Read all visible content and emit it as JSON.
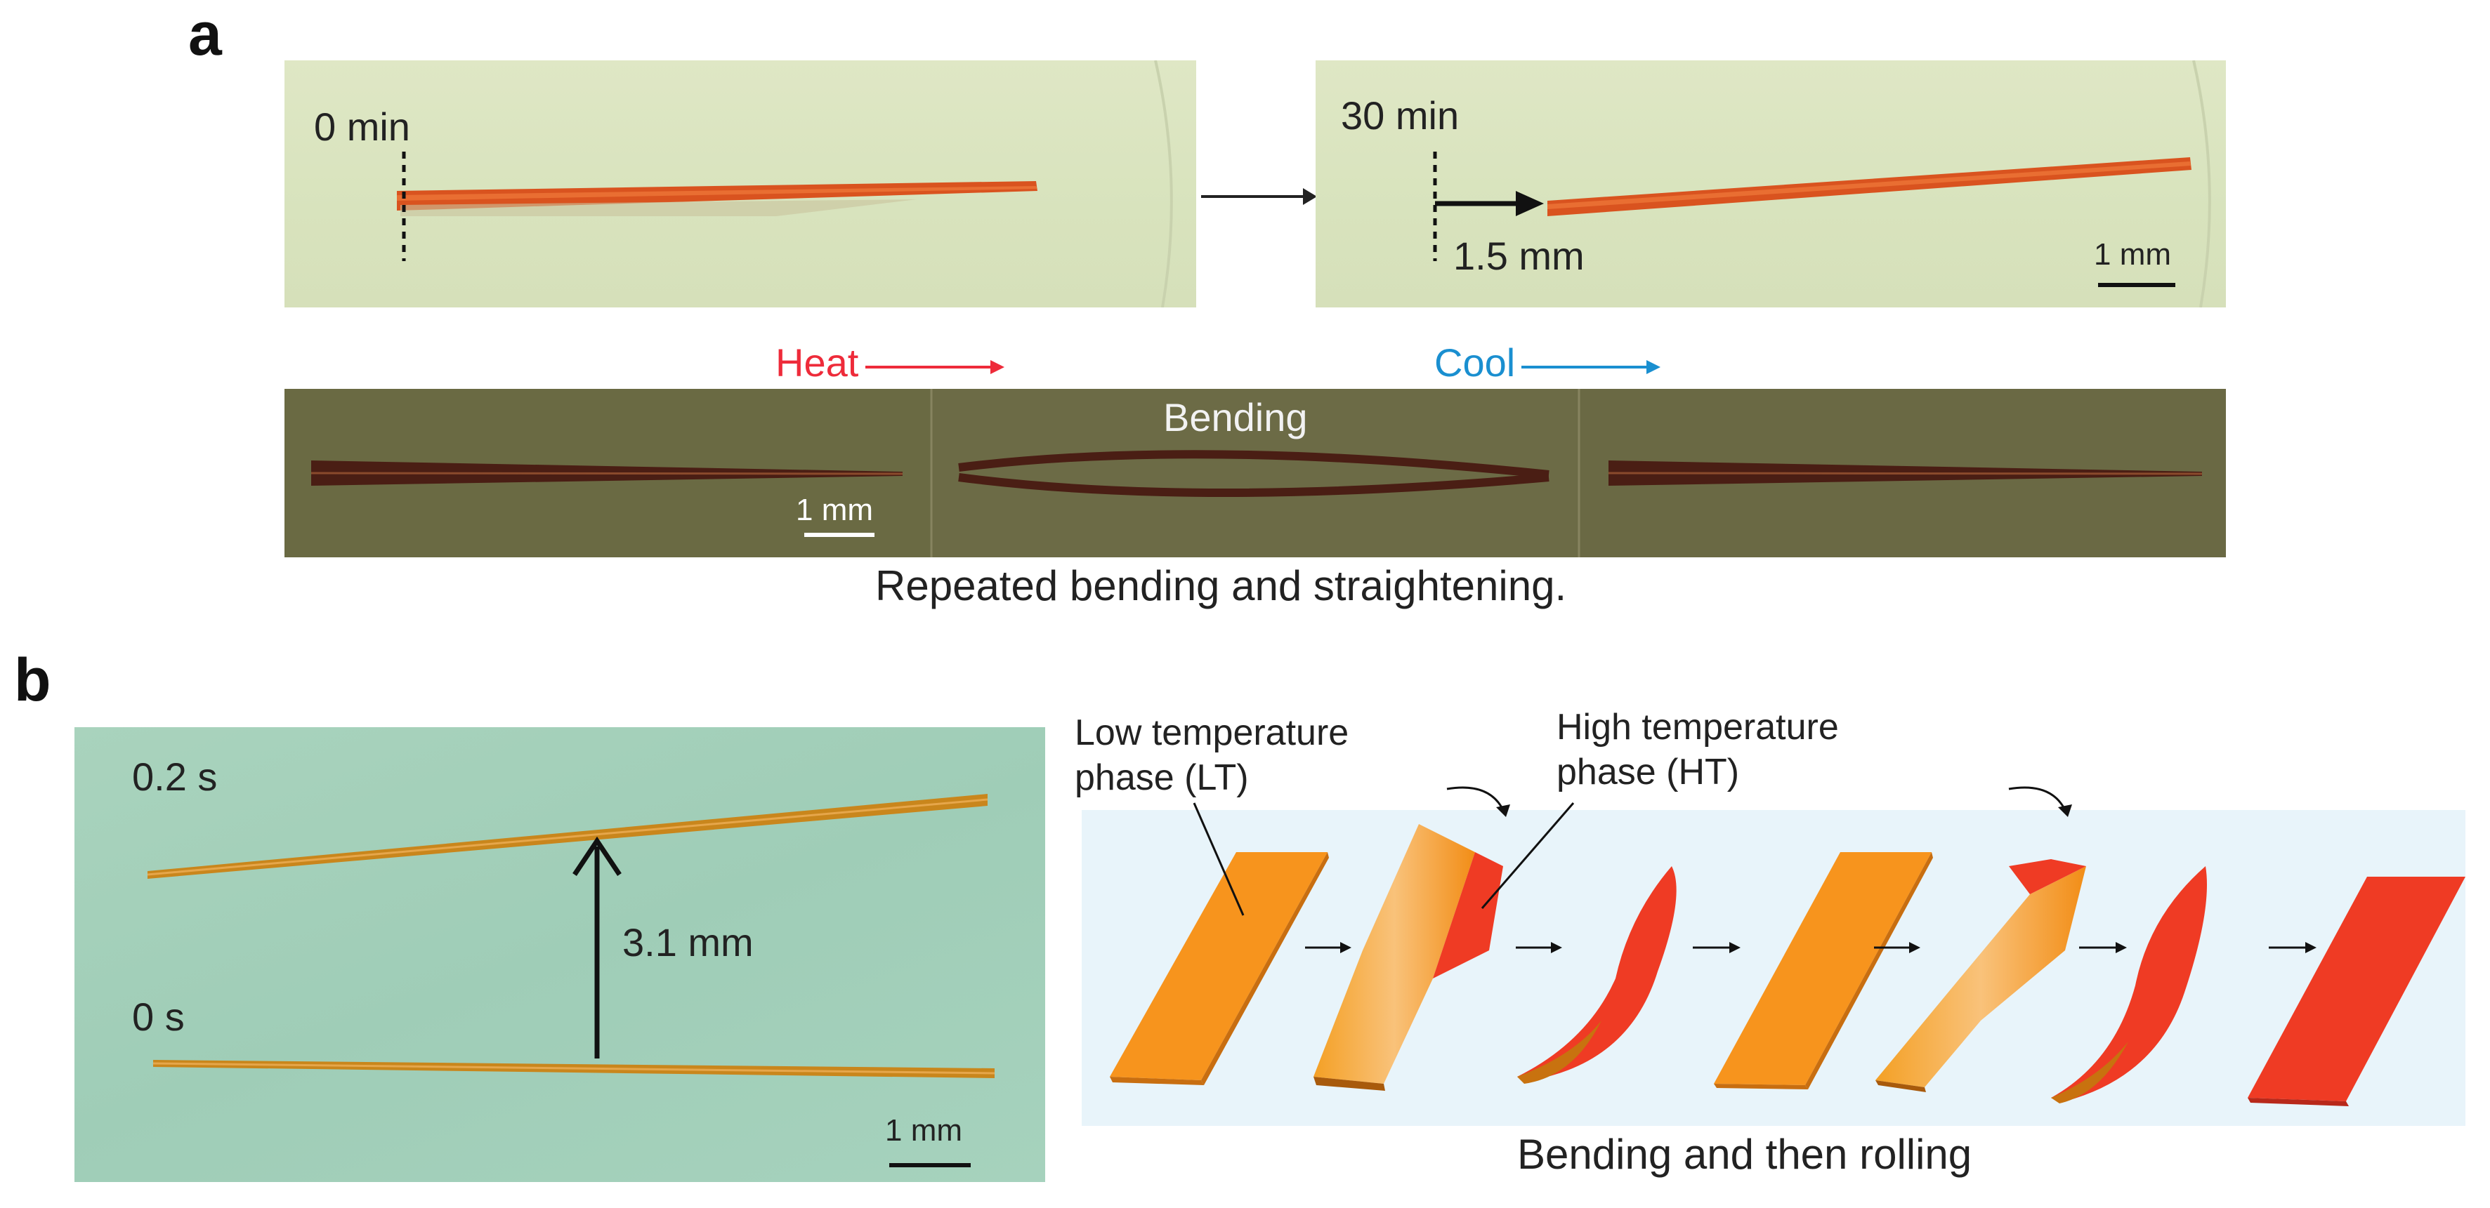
{
  "panel_a": {
    "letter": "a",
    "photo_left": {
      "time_label": "0 min"
    },
    "photo_right": {
      "time_label": "30 min",
      "displacement_label": "1.5 mm",
      "scale_label": "1 mm"
    },
    "heat_label": "Heat",
    "cool_label": "Cool",
    "strip": {
      "bending_label": "Bending",
      "scale_label": "1 mm"
    },
    "caption": "Repeated bending and straightening."
  },
  "panel_b": {
    "letter": "b",
    "photo": {
      "top_time_label": "0.2 s",
      "bottom_time_label": "0 s",
      "displacement_label": "3.1 mm",
      "scale_label": "1 mm"
    },
    "diagram": {
      "lt_label_line1": "Low temperature",
      "lt_label_line2": "phase (LT)",
      "ht_label_line1": "High temperature",
      "ht_label_line2": "phase (HT)"
    },
    "caption": "Bending and then rolling"
  },
  "colors": {
    "heat": "#ee2b3a",
    "cool": "#1a8fd0",
    "lt_orange": "#f7941d",
    "ht_red": "#ef3b24"
  }
}
